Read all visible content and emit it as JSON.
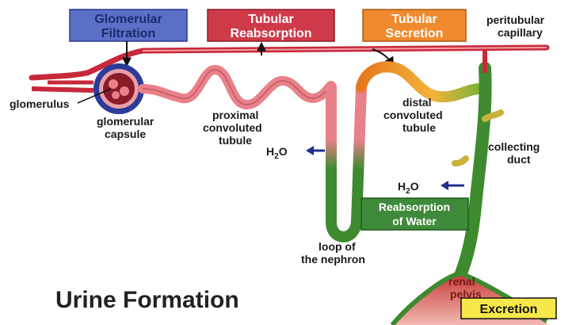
{
  "process_boxes": {
    "glomerular_filtration": [
      "Glomerular",
      "Filtration"
    ],
    "tubular_reabsorption": [
      "Tubular",
      "Reabsorption"
    ],
    "tubular_secretion": [
      "Tubular",
      "Secretion"
    ],
    "reabsorption_of_water": [
      "Reabsorption",
      "of Water"
    ],
    "excretion": "Excretion"
  },
  "labels": {
    "peritubular_capillary": [
      "peritubular",
      "capillary"
    ],
    "glomerulus": "glomerulus",
    "glomerular_capsule": [
      "glomerular",
      "capsule"
    ],
    "proximal_convoluted_tubule": [
      "proximal",
      "convoluted",
      "tubule"
    ],
    "distal_convoluted_tubule": [
      "distal",
      "convoluted",
      "tubule"
    ],
    "collecting_duct": [
      "collecting",
      "duct"
    ],
    "loop_of_nephron": [
      "loop of",
      "the nephron"
    ],
    "renal_pelvis": [
      "renal",
      "pelvis"
    ],
    "water_top": {
      "base": "H",
      "sub": "2",
      "rest": "O"
    },
    "water_bottom": {
      "base": "H",
      "sub": "2",
      "rest": "O"
    }
  },
  "title": "Urine Formation",
  "colors": {
    "filtration_box": "#5b6fc7",
    "reabsorption_box": "#cf3a4a",
    "secretion_box": "#f08a2e",
    "water_box": "#3f8a3a",
    "excretion_box": "#f6e84a",
    "capillary": "#c8283a",
    "tubule_pink": "#e9818a",
    "tubule_green": "#3d8a2f",
    "tubule_orange": "#e8781e",
    "arrow_blue": "#1d2f8f"
  },
  "icons": [
    "left-arrow-icon",
    "down-arrow-icon"
  ]
}
